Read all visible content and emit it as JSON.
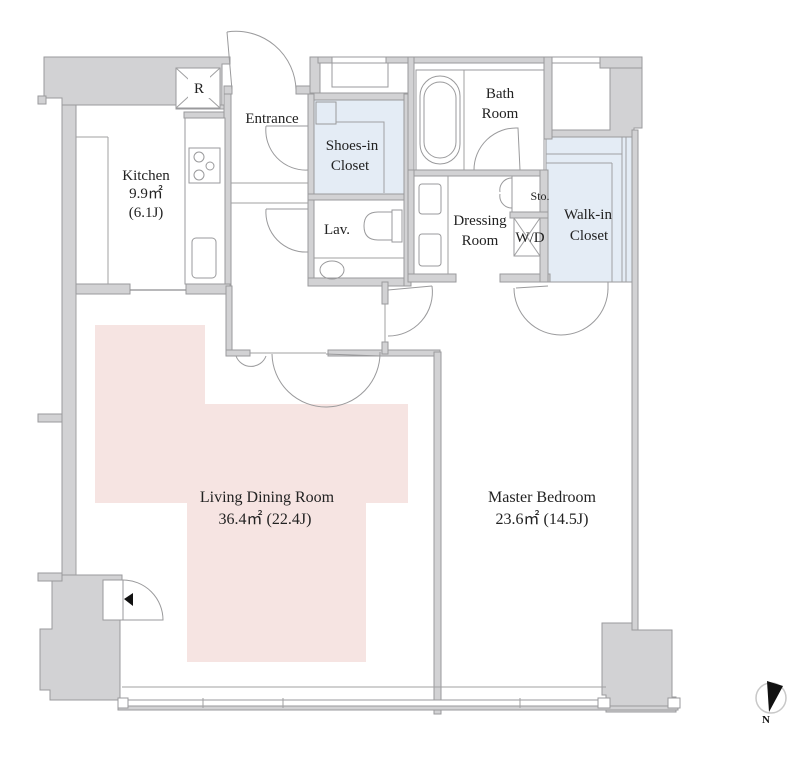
{
  "plan": {
    "type": "apartment floor plan",
    "compass_label": "N",
    "rooms": {
      "kitchen": {
        "name": "Kitchen",
        "area": "9.9㎡",
        "jo": "(6.1J)"
      },
      "fridge": {
        "label": "R"
      },
      "entrance": {
        "name": "Entrance"
      },
      "shoes_closet": {
        "line1": "Shoes-in",
        "line2": "Closet"
      },
      "lav": {
        "name": "Lav."
      },
      "bath": {
        "line1": "Bath",
        "line2": "Room"
      },
      "dressing": {
        "line1": "Dressing",
        "line2": "Room"
      },
      "storage": {
        "label": "Sto."
      },
      "washer_dryer": {
        "label": "W/D"
      },
      "walk_in_closet": {
        "line1": "Walk-in",
        "line2": "Closet"
      },
      "living_dining": {
        "name": "Living Dining Room",
        "area_line": "36.4㎡  (22.4J)"
      },
      "master_bedroom": {
        "name": "Master Bedroom",
        "area_line": "23.6㎡  (14.5J)"
      }
    },
    "colors": {
      "wall": "#d2d2d4",
      "closet_highlight": "#e4ecf5",
      "living_highlight": "#f6e4e2",
      "line": "#9a9a9c"
    }
  }
}
